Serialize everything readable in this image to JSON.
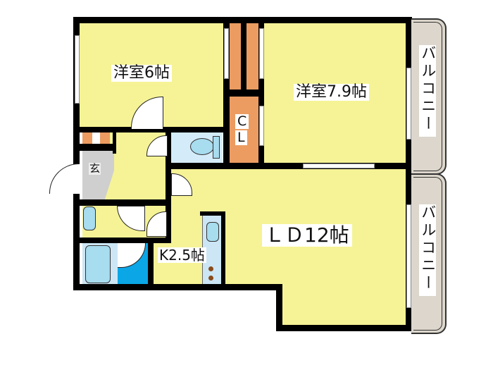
{
  "floor_plan": {
    "rooms": [
      {
        "id": "western-room-1",
        "label": "洋室6帖",
        "type": "Western-style room",
        "size_jo": 6
      },
      {
        "id": "western-room-2",
        "label": "洋室7.9帖",
        "type": "Western-style room",
        "size_jo": 7.9
      },
      {
        "id": "ld",
        "label": "ＬＤ12帖",
        "type": "Living/Dining",
        "size_jo": 12
      },
      {
        "id": "kitchen",
        "label": "K2.5帖",
        "type": "Kitchen",
        "size_jo": 2.5
      },
      {
        "id": "closet",
        "label_top": "C",
        "label_bottom": "L",
        "type": "Closet"
      },
      {
        "id": "entrance",
        "label": "玄",
        "type": "Entrance"
      },
      {
        "id": "toilet",
        "type": "Toilet"
      },
      {
        "id": "washroom",
        "type": "Washroom"
      },
      {
        "id": "bathroom",
        "type": "Bathroom"
      }
    ],
    "balconies": [
      {
        "id": "balcony-1",
        "label": "バルコニー"
      },
      {
        "id": "balcony-2",
        "label": "バルコニー"
      }
    ],
    "colors": {
      "room_fill": "#f5f396",
      "closet_fill": "#ec9c61",
      "wall": "#000000",
      "balcony_fill": "#dcd6cc",
      "entrance_fill": "#cfcfcf",
      "fixture_fill": "#a8dcef",
      "bath_blue": "#0aa6e6",
      "wet_area_fill": "#cce6f5"
    }
  },
  "labels": {
    "room1": "洋室6帖",
    "room2": "洋室7.9帖",
    "ld": "ＬＤ12帖",
    "kitchen": "K2.5帖",
    "cl_c": "C",
    "cl_l": "L",
    "entrance": "玄",
    "balcony1": "バルコニー",
    "balcony2": "バルコニー"
  }
}
